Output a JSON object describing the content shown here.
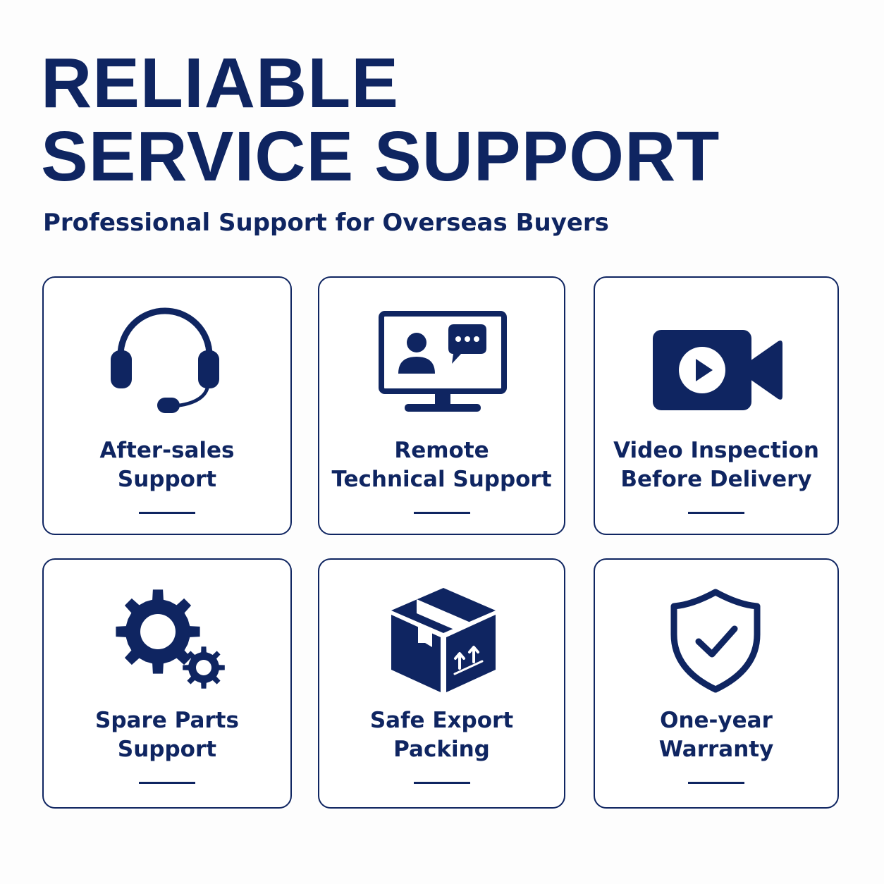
{
  "header": {
    "title_line1": "RELIABLE",
    "title_line2": "SERVICE SUPPORT",
    "subtitle": "Professional Support for Overseas Buyers"
  },
  "colors": {
    "primary": "#0f2561",
    "background": "#fdfdfd",
    "card_background": "#ffffff"
  },
  "cards": [
    {
      "icon": "headset-icon",
      "line1": "After-sales",
      "line2": "Support"
    },
    {
      "icon": "remote-monitor-icon",
      "line1": "Remote",
      "line2": "Technical Support"
    },
    {
      "icon": "video-camera-icon",
      "line1": "Video Inspection",
      "line2": "Before Delivery"
    },
    {
      "icon": "gears-icon",
      "line1": "Spare Parts",
      "line2": "Support"
    },
    {
      "icon": "package-box-icon",
      "line1": "Safe Export",
      "line2": "Packing"
    },
    {
      "icon": "shield-check-icon",
      "line1": "One-year",
      "line2": "Warranty"
    }
  ]
}
